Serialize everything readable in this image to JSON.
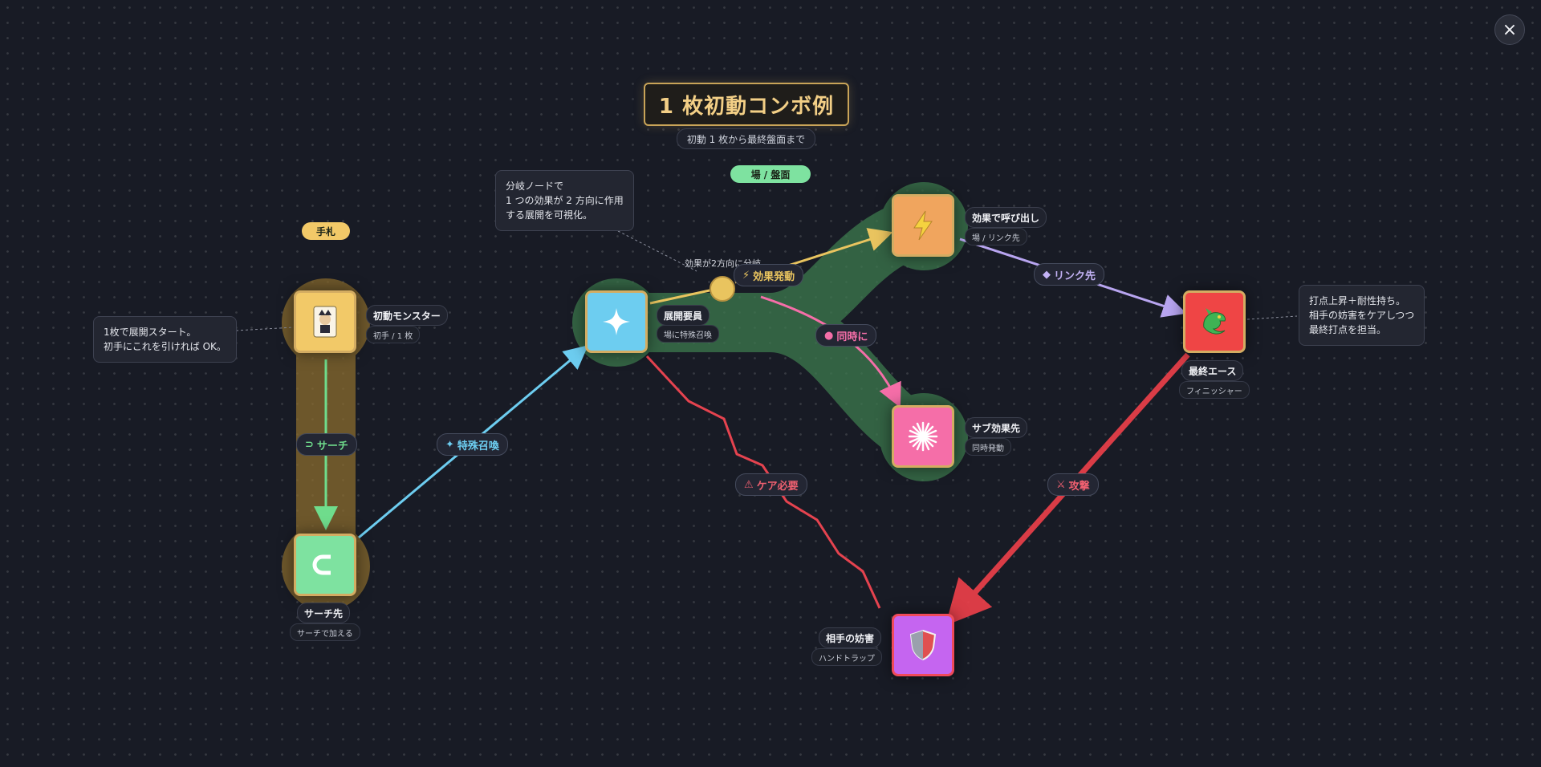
{
  "title": "1 枚初動コンボ例",
  "subtitle": "初動 1 枚から最終盤面まで",
  "zones": {
    "hand": "手札",
    "field": "場 / 盤面"
  },
  "close_icon": "×",
  "nodes": {
    "starter": {
      "label": "初動モンスター",
      "sub": "初手 / 1 枚",
      "icon": "joker-card-icon",
      "color": "#f2c968"
    },
    "search": {
      "label": "サーチ先",
      "sub": "サーチで加える",
      "icon": "magnet-icon",
      "color": "#7ee2a0"
    },
    "extender": {
      "label": "展開要員",
      "sub": "場に特殊召喚",
      "icon": "sparkle-icon",
      "color": "#6dcdf0"
    },
    "summon": {
      "label": "効果で呼び出し",
      "sub": "場 / リンク先",
      "icon": "lightning-icon",
      "color": "#f0a55e"
    },
    "sub_effect": {
      "label": "サブ効果先",
      "sub": "同時発動",
      "icon": "burst-icon",
      "color": "#f56ea8"
    },
    "ace": {
      "label": "最終エース",
      "sub": "フィニッシャー",
      "icon": "dragon-icon",
      "color": "#ef4545"
    },
    "interrupt": {
      "label": "相手の妨害",
      "sub": "ハンドトラップ",
      "icon": "shield-icon",
      "color": "#c565f0"
    }
  },
  "edges": {
    "search": {
      "label": "サーチ",
      "glyph": "⊃"
    },
    "special_summon": {
      "label": "特殊召喚",
      "glyph": "✦"
    },
    "effect": {
      "label": "効果発動",
      "glyph": "⚡"
    },
    "link": {
      "label": "リンク先",
      "glyph": "◆"
    },
    "simultaneous": {
      "label": "同時に",
      "glyph": "●"
    },
    "care": {
      "label": "ケア必要",
      "glyph": "⚠"
    },
    "attack": {
      "label": "攻撃",
      "glyph": "⚔"
    }
  },
  "junction_label": "効果が2方向に分岐",
  "notes": {
    "start": [
      "1枚で展開スタート。",
      "初手にこれを引ければ OK。"
    ],
    "branch": [
      "分岐ノードで",
      "1 つの効果が 2 方向に作用",
      "する展開を可視化。"
    ],
    "ace": [
      "打点上昇＋耐性持ち。",
      "相手の妨害をケアしつつ",
      "最終打点を担当。"
    ]
  },
  "colors": {
    "hand_band": "#8a6c2e",
    "field_band": "#3d7a4e",
    "search_edge": "#6fdc8c",
    "special_edge": "#6dcdf0",
    "effect_edge": "#e9c45f",
    "link_edge": "#b8a5f0",
    "simul_edge": "#f56ea8",
    "care_edge": "#e5434f",
    "attack_edge": "#f0404a"
  }
}
